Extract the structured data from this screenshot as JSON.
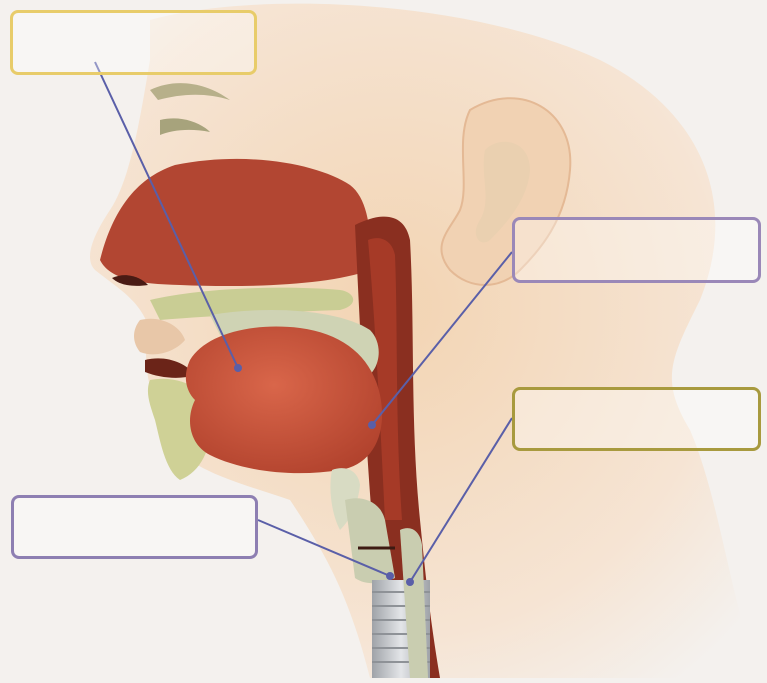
{
  "diagram": {
    "labels": [
      {
        "id": "label-box-tongue",
        "text": "",
        "border_color": "#e8cc6a"
      },
      {
        "id": "label-box-pharynx",
        "text": "",
        "border_color": "#9a88b8"
      },
      {
        "id": "label-box-esophagus",
        "text": "",
        "border_color": "#a89a3e"
      },
      {
        "id": "label-box-trachea",
        "text": "",
        "border_color": "#8e7fb2"
      }
    ],
    "colors": {
      "skin": "#f3d8bf",
      "muscle": "#b64a32",
      "muscle_dark": "#7f2a1e",
      "bone": "#cfd3a0",
      "cartilage": "#d6d9c8",
      "pointer_line": "#5a5fa8"
    }
  }
}
